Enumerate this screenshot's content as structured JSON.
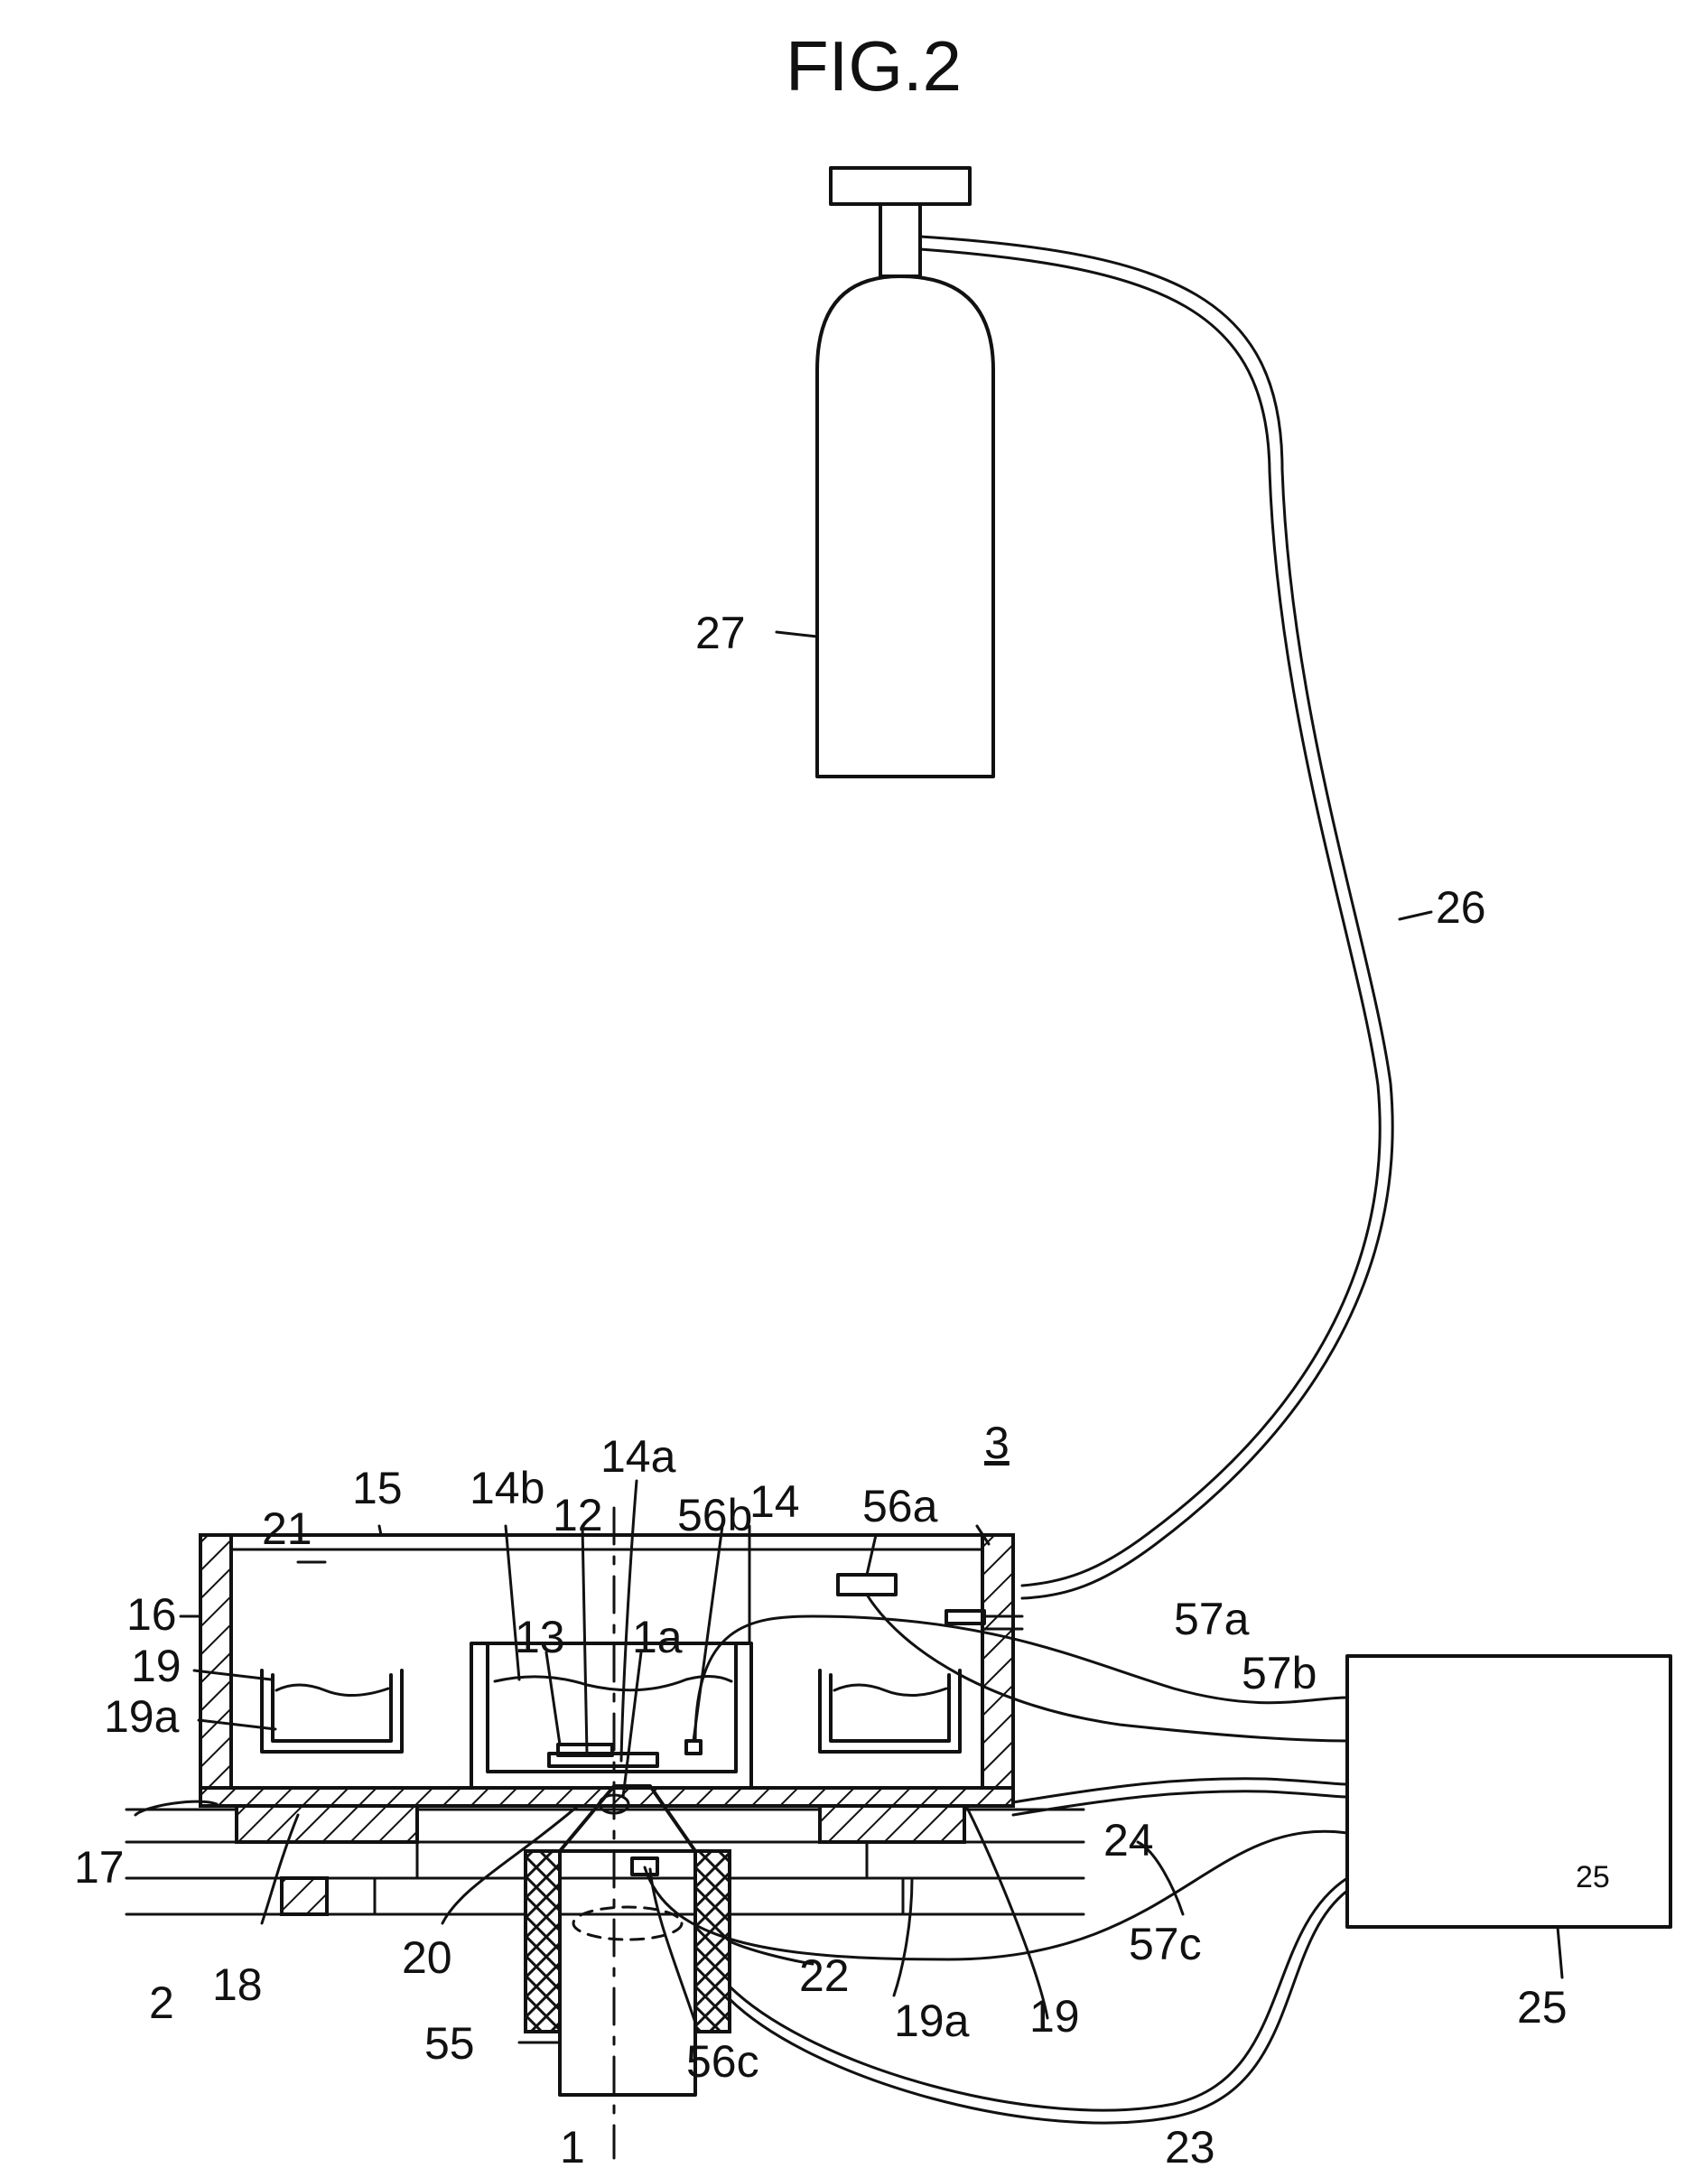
{
  "title": "FIG.2",
  "labels": {
    "l27": "27",
    "l26": "26",
    "l3": "3",
    "l15": "15",
    "l14b": "14b",
    "l14a": "14a",
    "l12": "12",
    "l56b": "56b",
    "l14": "14",
    "l56a": "56a",
    "l21": "21",
    "l16": "16",
    "l13": "13",
    "l1a": "1a",
    "l57a": "57a",
    "l57b": "57b",
    "l19_left": "19",
    "l19a_left": "19a",
    "l24": "24",
    "l17": "17",
    "l2": "2",
    "l18": "18",
    "l20": "20",
    "l22": "22",
    "l19a_right": "19a",
    "l19_right": "19",
    "l57c": "57c",
    "l25_box": "25",
    "l25": "25",
    "l55": "55",
    "l56c": "56c",
    "l1": "1",
    "l23": "23"
  }
}
